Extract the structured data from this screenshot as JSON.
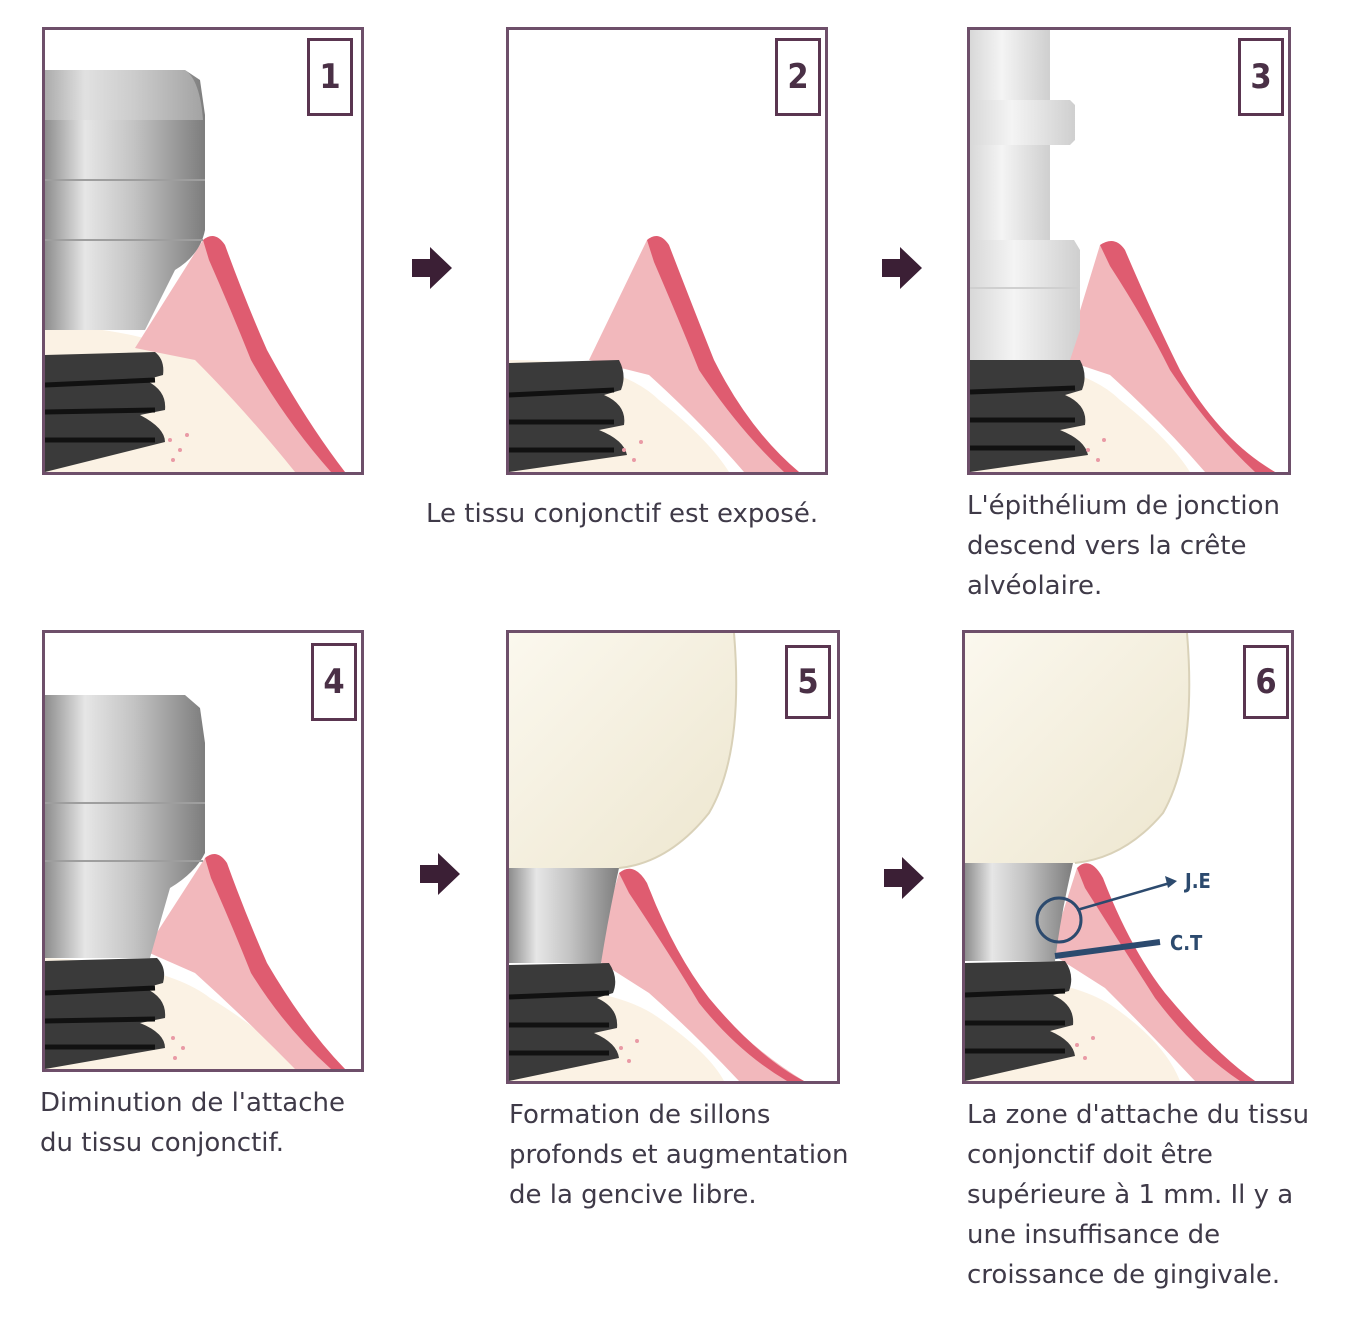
{
  "panels": [
    {
      "number": "1"
    },
    {
      "number": "2"
    },
    {
      "number": "3"
    },
    {
      "number": "4"
    },
    {
      "number": "5"
    },
    {
      "number": "6"
    }
  ],
  "captions": {
    "p2": "Le tissu conjonctif est exposé.",
    "p3": "L'épithélium de jonction descend vers la crête alvéolaire.",
    "p4": "Diminution de l'attache du tissu conjonctif.",
    "p5": "Formation de sillons profonds et augmentation de la gencive libre.",
    "p6": "La zone d'attache du tissu conjonctif doit être supérieure à 1 mm. Il y a une insuffisance de croissance de gingivale."
  },
  "labels": {
    "je": "J.E",
    "ct": "C.T"
  },
  "colors": {
    "frame": "#6e4f6a",
    "gum": "#f2b8bc",
    "gum_edge": "#df5c70",
    "bone": "#fbf2e4",
    "implant_dark": "#3a3a3a",
    "metal": "#c9c9c9",
    "arrow": "#3b1f35",
    "annotation": "#2c4a6e"
  }
}
